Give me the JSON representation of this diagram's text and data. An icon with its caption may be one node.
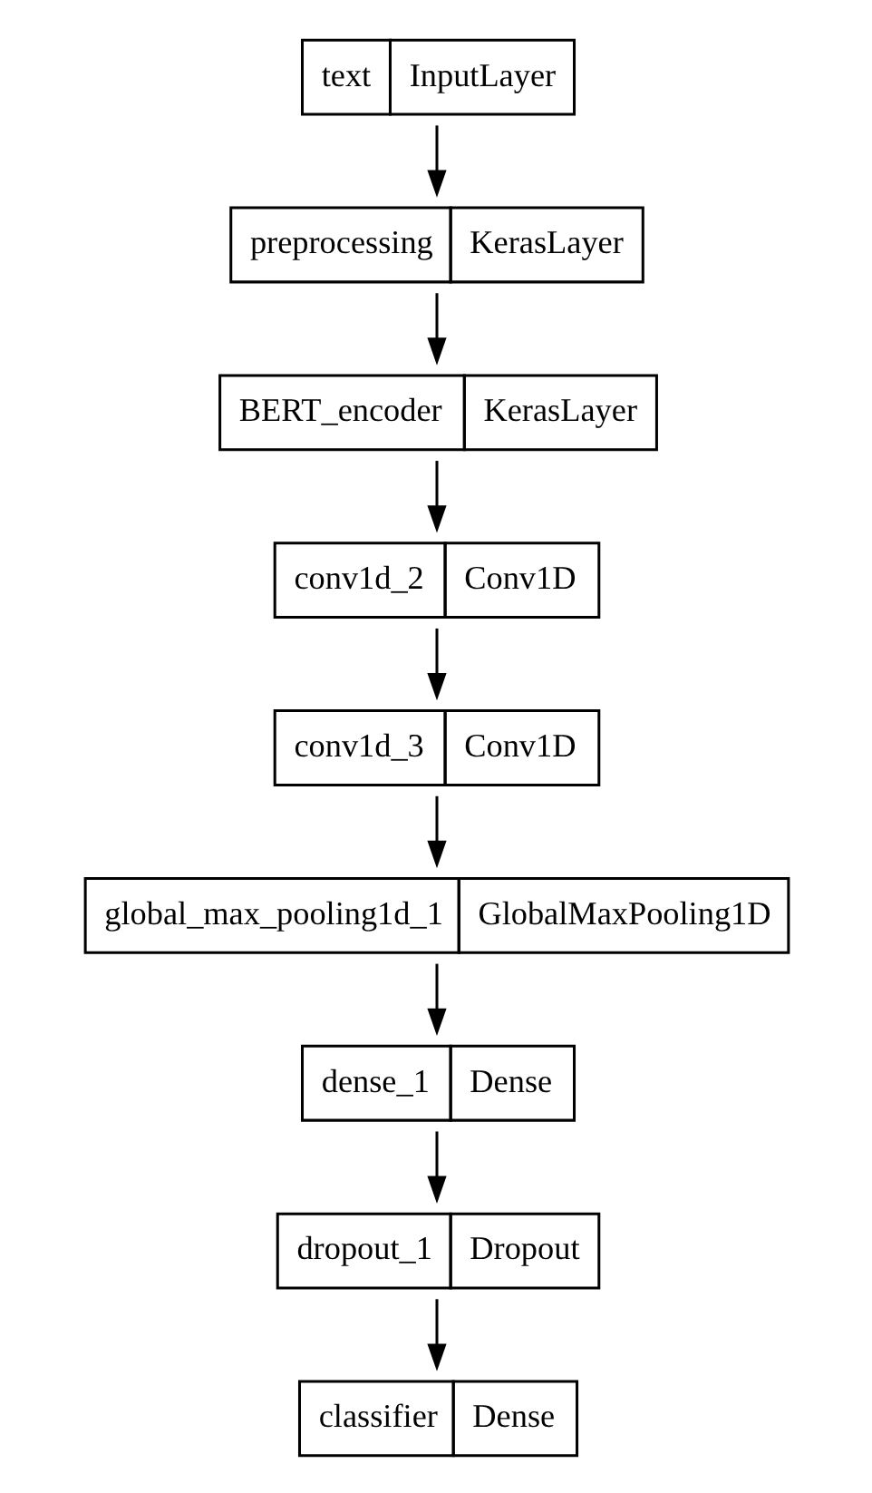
{
  "diagram": {
    "nodes": [
      {
        "text": [
          "text",
          "InputLayer"
        ]
      },
      {
        "text": [
          "preprocessing",
          "KerasLayer"
        ]
      },
      {
        "text": [
          "BERT_encoder",
          "KerasLayer"
        ]
      },
      {
        "text": [
          "conv1d_2",
          "Conv1D"
        ]
      },
      {
        "text": [
          "conv1d_3",
          "Conv1D"
        ]
      },
      {
        "text": [
          "global_max_pooling1d_1",
          "GlobalMaxPooling1D"
        ]
      },
      {
        "text": [
          "dense_1",
          "Dense"
        ]
      },
      {
        "text": [
          "dropout_1",
          "Dropout"
        ]
      },
      {
        "text": [
          "classifier",
          "Dense"
        ]
      }
    ],
    "edges": [
      {
        "from": 0,
        "to": 1,
        "arrow": "to"
      },
      {
        "from": 1,
        "to": 2,
        "arrow": "to"
      },
      {
        "from": 2,
        "to": 3,
        "arrow": "to"
      },
      {
        "from": 3,
        "to": 4,
        "arrow": "to"
      },
      {
        "from": 4,
        "to": 5,
        "arrow": "to"
      },
      {
        "from": 5,
        "to": 6,
        "arrow": "to"
      },
      {
        "from": 6,
        "to": 7,
        "arrow": "to"
      },
      {
        "from": 7,
        "to": 8,
        "arrow": "to"
      }
    ]
  }
}
